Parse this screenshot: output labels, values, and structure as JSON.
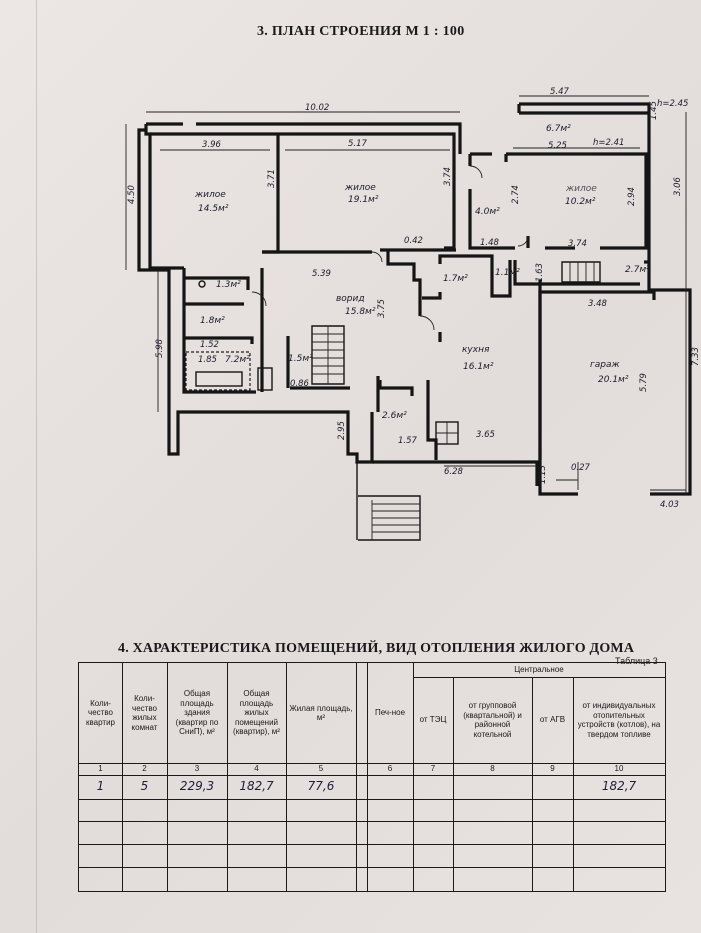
{
  "plan_title": "3. ПЛАН СТРОЕНИЯ М 1 : 100",
  "rooms": {
    "living1": {
      "name": "жилое",
      "area": "14.5м²"
    },
    "living2": {
      "name": "жилое",
      "area": "19.1м²"
    },
    "living3": {
      "name": "жилое",
      "area": "10.2м²"
    },
    "hall": {
      "name": "ворид",
      "area": "15.8м²"
    },
    "kitchen": {
      "name": "кухня",
      "area": "16.1м²"
    },
    "garage": {
      "name": "гараж",
      "area": "20.1м²"
    },
    "small": [
      "1.3м²",
      "1.8м²",
      "7.2м²",
      "1.5м²",
      "4.0м²",
      "1.7м²",
      "1.1м²",
      "2.7м²",
      "2.6м²",
      "6.7м²"
    ]
  },
  "dims": {
    "d1002": "10.02",
    "d547": "5.47",
    "d245": "h=2.45",
    "d396": "3.96",
    "d517": "5.17",
    "d525": "5.25",
    "d241": "h=2.41",
    "d450": "4.50",
    "d371": "3.71",
    "d374a": "3.74",
    "d306": "3.06",
    "d294": "2.94",
    "d274": "2.74",
    "d042": "0.42",
    "d148": "1.48",
    "d374b": "3.74",
    "d539": "5.39",
    "d348": "3.48",
    "d498": "5.98",
    "d375": "3.75",
    "d733": "7.33",
    "d579": "5.79",
    "d152": "1.52",
    "d185": "1.85",
    "d086": "0.86",
    "d295": "2.95",
    "d157": "1.57",
    "d365": "3.65",
    "d628": "6.28",
    "d113": "1.13",
    "d027": "0.27",
    "d403": "4.03",
    "d145": "1.45",
    "d163": "1.63"
  },
  "section4_title": "4. ХАРАКТЕРИСТИКА ПОМЕЩЕНИЙ, ВИД ОТОПЛЕНИЯ ЖИЛОГО ДОМА",
  "table_no": "Таблица 3",
  "table": {
    "group_header": "Центральное",
    "headers": [
      "Коли-чество квартир",
      "Коли-чество жилых комнат",
      "Общая площадь здания (квартир по СниП), м²",
      "Общая площадь жилых помещений (квартир), м²",
      "Жилая площадь, м²",
      "Печ-ное",
      "от ТЭЦ",
      "от групповой (квартальной) и районной котельной",
      "от АГВ",
      "от индивидуальных отопительных устройств (котлов), на твердом топливе"
    ],
    "col_numbers": [
      "1",
      "2",
      "3",
      "4",
      "5",
      "6",
      "7",
      "8",
      "9",
      "10"
    ],
    "row1": [
      "1",
      "5",
      "229,3",
      "182,7",
      "77,6",
      "",
      "",
      "",
      "",
      "182,7"
    ]
  }
}
